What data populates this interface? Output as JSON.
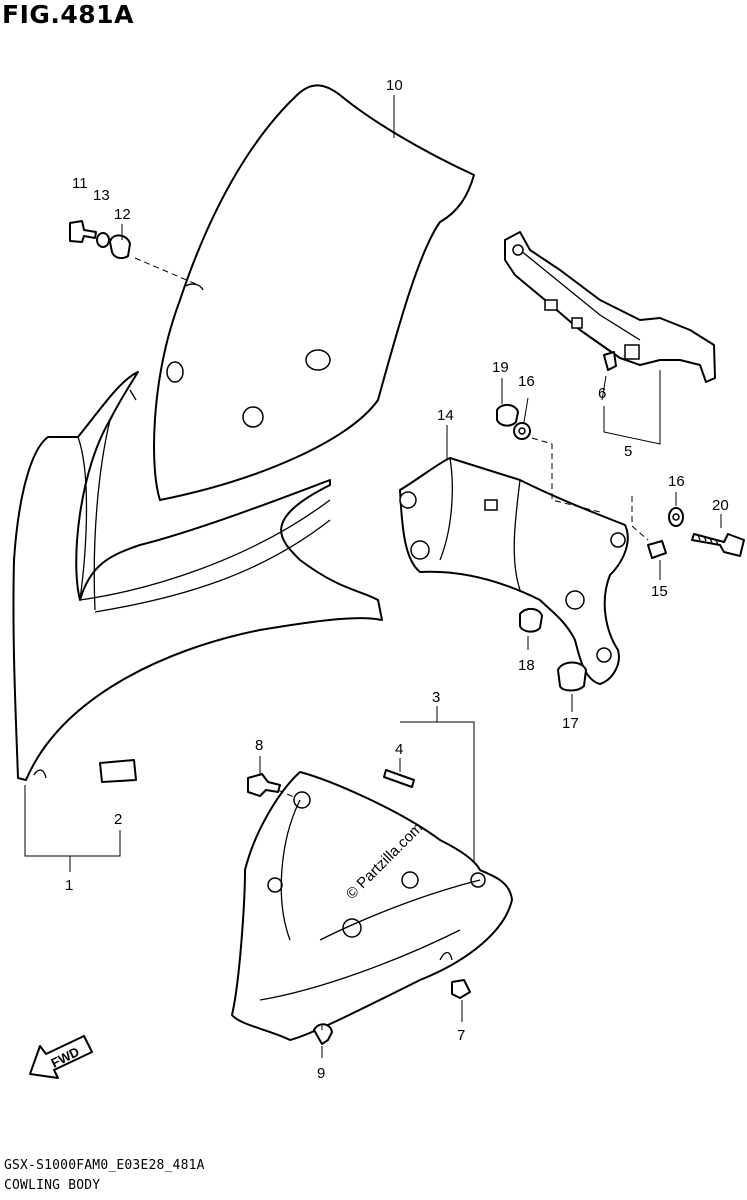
{
  "figure": {
    "title": "FIG.481A",
    "code": "GSX-S1000FAM0_E03E28_481A",
    "name": "COWLING BODY",
    "watermark": "© Partzilla.com",
    "direction_label": "FWD"
  },
  "callouts": [
    "1",
    "2",
    "3",
    "4",
    "5",
    "6",
    "7",
    "8",
    "9",
    "10",
    "11",
    "12",
    "13",
    "14",
    "15",
    "16",
    "16",
    "17",
    "18",
    "19",
    "20"
  ]
}
